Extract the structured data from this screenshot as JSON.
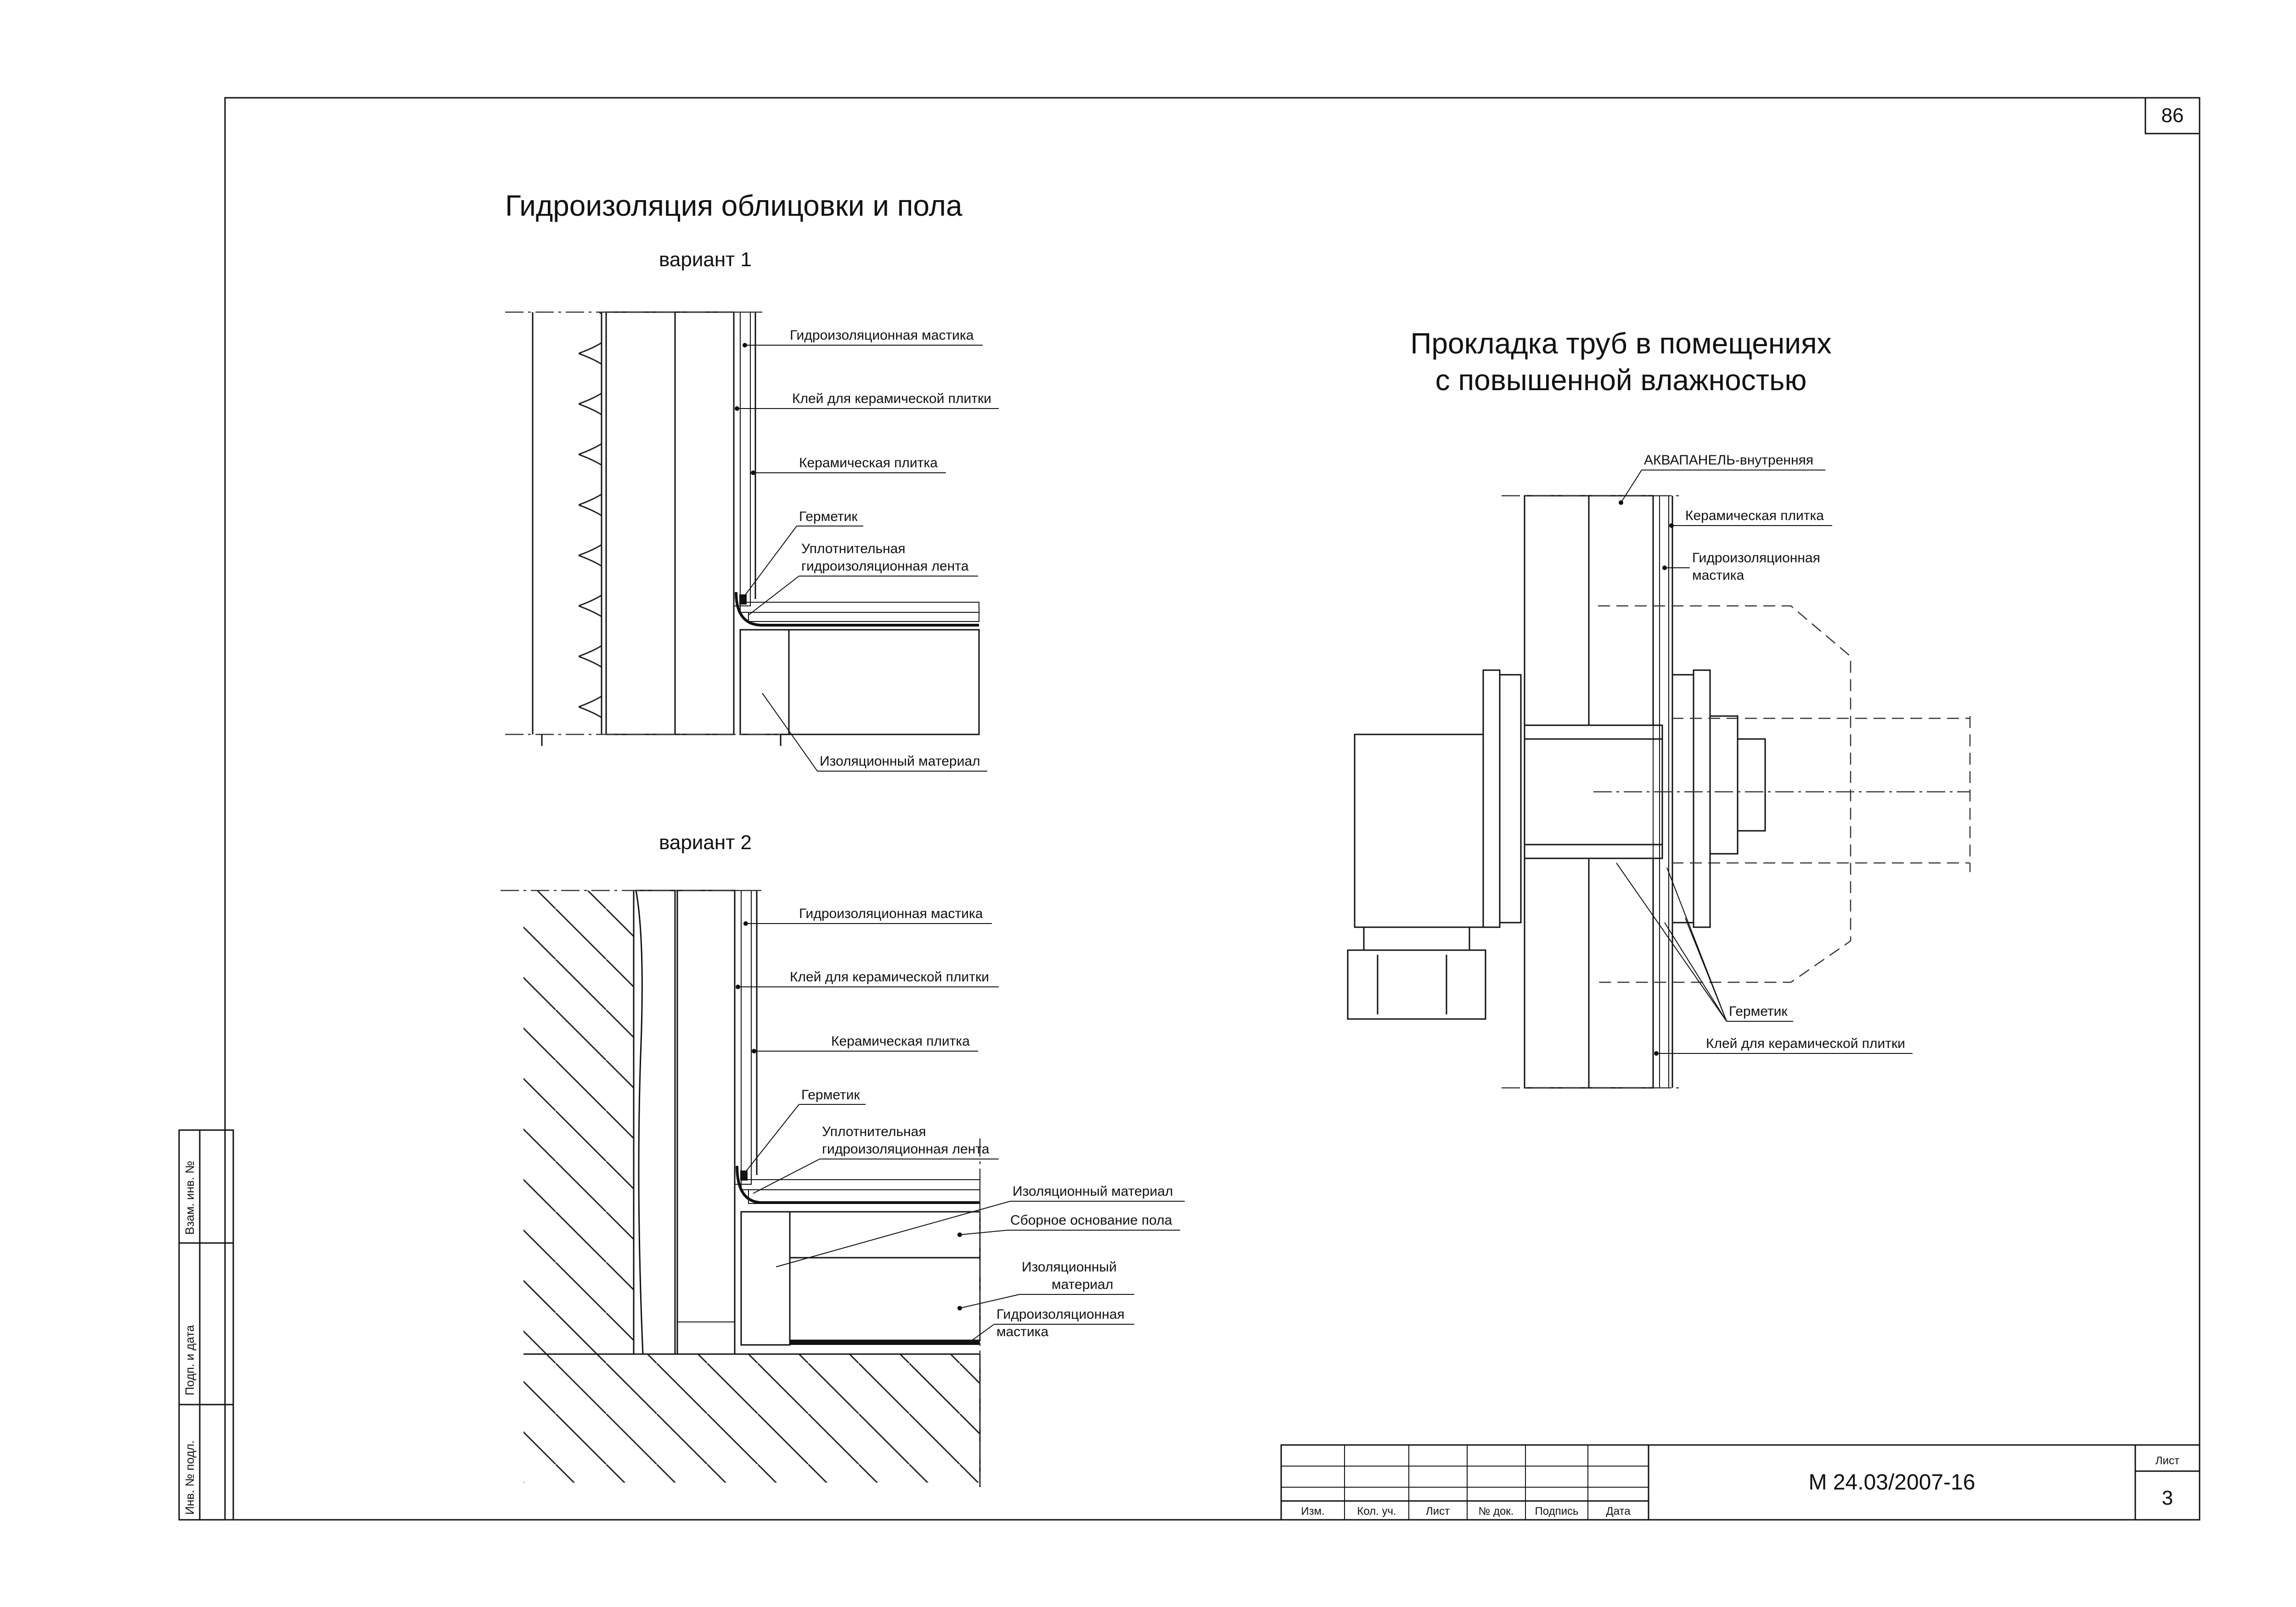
{
  "sheet": {
    "corner_number": "86",
    "document_code": "М 24.03/2007-16",
    "sheet_label": "Лист",
    "sheet_number": "3",
    "stamp_columns": [
      "Изм.",
      "Кол. уч.",
      "Лист",
      "№ док.",
      "Подпись",
      "Дата"
    ],
    "side_labels": [
      "Инв. № подл.",
      "Подп. и дата",
      "Взам. инв. №"
    ]
  },
  "left_section": {
    "title": "Гидроизоляция облицовки и пола",
    "variant1": {
      "label": "вариант 1",
      "callouts": [
        "Гидроизоляционная мастика",
        "Клей для керамической плитки",
        "Керамическая плитка",
        "Герметик",
        "Уплотнительная",
        "гидроизоляционная лента",
        "Изоляционный материал"
      ]
    },
    "variant2": {
      "label": "вариант 2",
      "callouts": [
        "Гидроизоляционная мастика",
        "Клей для керамической плитки",
        "Керамическая плитка",
        "Герметик",
        "Уплотнительная",
        "гидроизоляционная лента",
        "Изоляционный материал",
        "Сборное основание пола",
        "Изоляционный",
        "материал",
        "Гидроизоляционная",
        "мастика"
      ]
    }
  },
  "right_section": {
    "title_line1": "Прокладка труб в помещениях",
    "title_line2": "с повышенной влажностью",
    "callouts": [
      "АКВАПАНЕЛЬ-внутренняя",
      "Керамическая плитка",
      "Гидроизоляционная",
      "мастика",
      "Герметик",
      "Клей для керамической плитки"
    ]
  }
}
